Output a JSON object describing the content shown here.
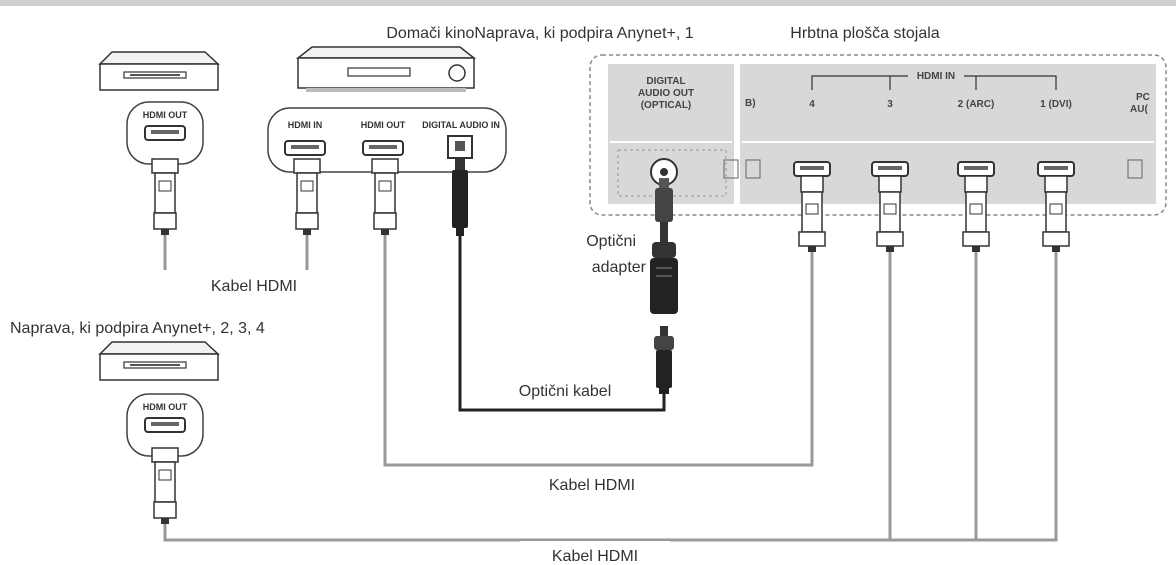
{
  "labels": {
    "home_theater": "Domači kinoNaprava, ki podpira Anynet+, 1",
    "rear_panel": "Hrbtna plošča stojala",
    "device_234": "Naprava, ki podpira Anynet+, 2, 3, 4",
    "hdmi_cable_top": "Kabel HDMI",
    "hdmi_cable_mid": "Kabel HDMI",
    "hdmi_cable_bottom": "Kabel HDMI",
    "optical_adapter_line1": "Optični",
    "optical_adapter_line2": "adapter",
    "optical_cable": "Optični kabel"
  },
  "ports": {
    "device1_hdmi_out": "HDMI OUT",
    "device2_hdmi_out": "HDMI OUT",
    "ht_hdmi_in": "HDMI IN",
    "ht_hdmi_out": "HDMI OUT",
    "ht_digital_audio_in": "DIGITAL AUDIO IN"
  },
  "panel": {
    "digital_audio_out_1": "DIGITAL",
    "digital_audio_out_2": "AUDIO OUT",
    "digital_audio_out_3": "(OPTICAL)",
    "hdmi_in_header": "HDMI IN",
    "hdmi_4": "4",
    "hdmi_3": "3",
    "hdmi_2": "2 (ARC)",
    "hdmi_1": "1 (DVI)",
    "left_cut": "B)",
    "right_cut_1": "PC",
    "right_cut_2": "AU("
  }
}
